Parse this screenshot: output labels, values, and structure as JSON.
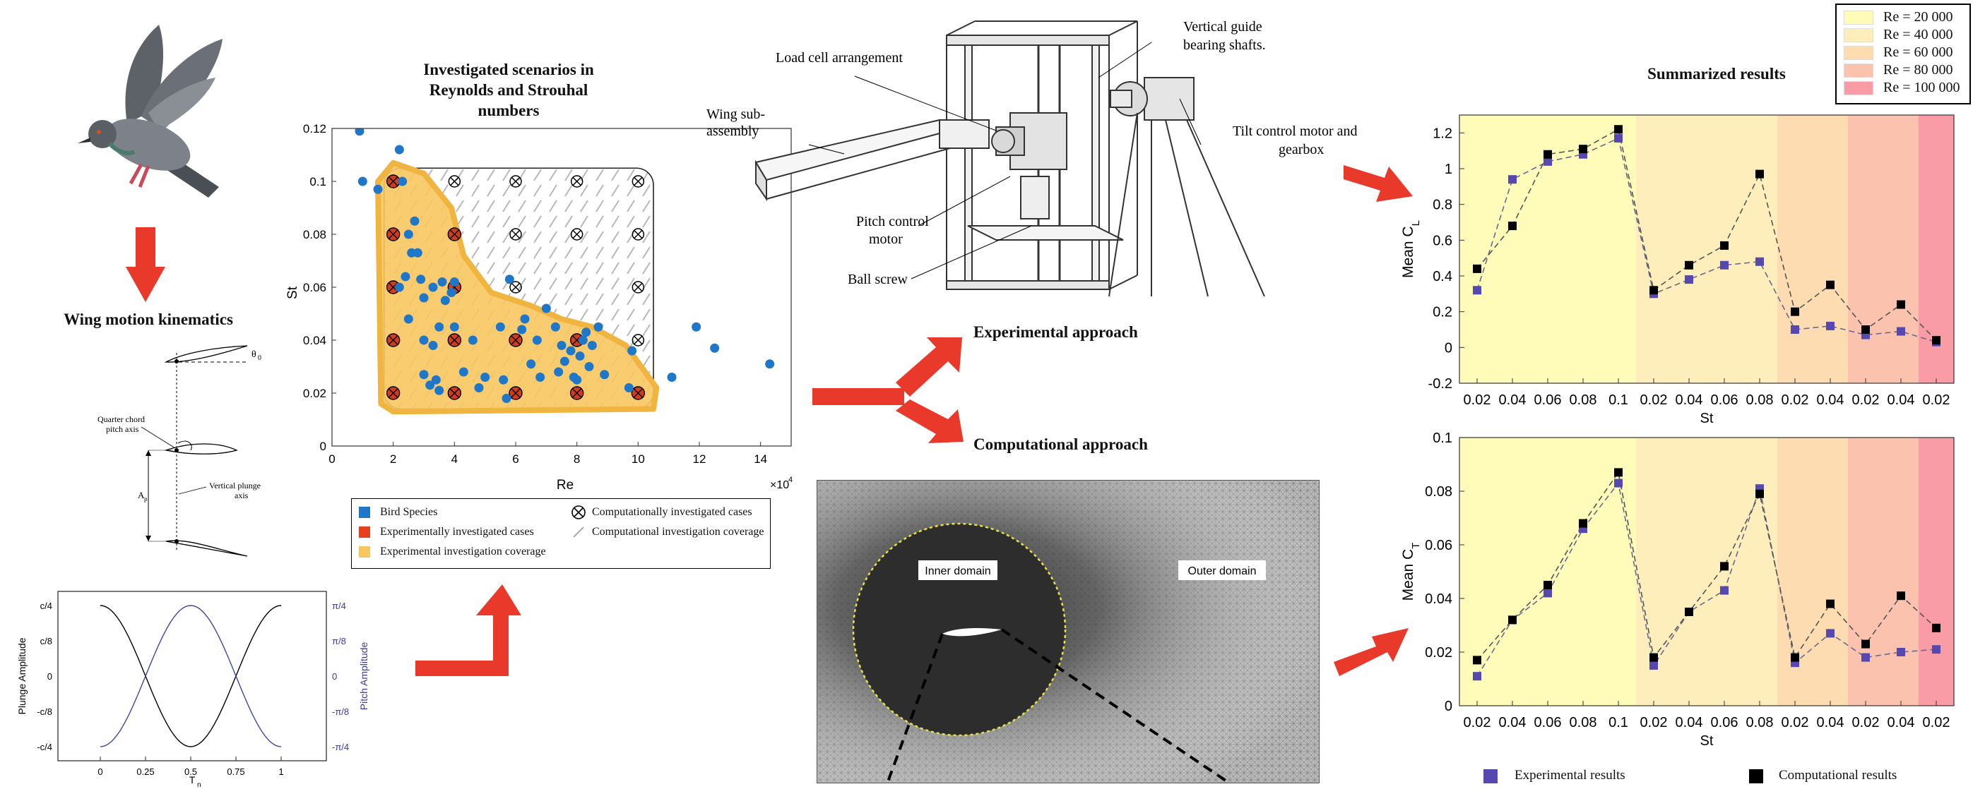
{
  "colors": {
    "arrow_red": "#e8392b",
    "bird_blue": "#1f77c9",
    "exp_red": "#d23c1d",
    "coverage_yellow": "#f8c660",
    "exp_purple": "#5548b0",
    "comp_black": "#000000",
    "re_20000": "#fefcb8",
    "re_40000": "#fdeebb",
    "re_60000": "#fcdcb0",
    "re_80000": "#fbc3ad",
    "re_100000": "#fa9ca6"
  },
  "kinematics": {
    "title": "Wing motion kinematics",
    "labels": {
      "qc": "Quarter chord",
      "pitch_axis": "pitch axis",
      "vertical": "Vertical plunge",
      "axis": "axis",
      "ap": "A",
      "ap_sub": "p",
      "theta": "θ",
      "theta_sub": "0"
    },
    "plot": {
      "ylabel_left": "Plunge Amplitude",
      "ylabel_right": "Pitch Amplitude",
      "xlabel": "T",
      "xlabel_sub": "n",
      "x_ticks": [
        "0",
        "0.25",
        "0.5",
        "0.75",
        "1"
      ],
      "y_left_ticks": [
        "c/4",
        "c/8",
        "0",
        "-c/8",
        "-c/4"
      ],
      "y_right_ticks": [
        "π/4",
        "π/8",
        "0",
        "-π/8",
        "-π/4"
      ]
    }
  },
  "scenarios": {
    "title_lines": [
      "Investigated scenarios in",
      "Reynolds and Strouhal",
      "numbers"
    ],
    "ylabel": "St",
    "xlabel": "Re",
    "x_multiplier": "×10",
    "x_multiplier_exp": "4",
    "x_ticks": [
      "0",
      "2",
      "4",
      "6",
      "8",
      "10",
      "12",
      "14"
    ],
    "y_ticks": [
      "0",
      "0.02",
      "0.04",
      "0.06",
      "0.08",
      "0.1",
      "0.12"
    ],
    "legend": {
      "bird": "Bird Species",
      "exp_cases": "Experimentally investigated cases",
      "exp_cov": "Experimental investigation coverage",
      "comp_cases": "Computationally investigated cases",
      "comp_cov": "Computational investigation coverage"
    }
  },
  "rig": {
    "labels": {
      "load_cell": "Load cell arrangement",
      "wing_sub_1": "Wing sub-",
      "wing_sub_2": "assembly",
      "vertical_1": "Vertical guide",
      "vertical_2": "bearing shafts.",
      "tilt_1": "Tilt control motor and",
      "tilt_2": "gearbox",
      "pitch_1": "Pitch control",
      "pitch_2": "motor",
      "ball": "Ball screw"
    }
  },
  "approaches": {
    "experimental": "Experimental approach",
    "computational": "Computational approach"
  },
  "mesh": {
    "inner": "Inner domain",
    "outer": "Outer domain"
  },
  "results": {
    "title": "Summarized results",
    "re_legend": [
      "Re = 20 000",
      "Re = 40 000",
      "Re = 60 000",
      "Re = 80 000",
      "Re = 100 000"
    ],
    "legend": {
      "exp": "Experimental results",
      "comp": "Computational results"
    }
  },
  "chart_data": [
    {
      "type": "scatter",
      "title": "Investigated scenarios in Reynolds and Strouhal numbers",
      "xlabel": "Re",
      "ylabel": "St",
      "x_multiplier": "×10^4",
      "xlim": [
        0,
        15
      ],
      "ylim": [
        0,
        0.12
      ],
      "series": [
        {
          "name": "Bird Species",
          "points": [
            [
              0.9,
              0.119
            ],
            [
              1.0,
              0.1
            ],
            [
              1.5,
              0.097
            ],
            [
              2.2,
              0.112
            ],
            [
              2.3,
              0.1
            ],
            [
              2.5,
              0.08
            ],
            [
              2.7,
              0.085
            ],
            [
              2.6,
              0.073
            ],
            [
              2.8,
              0.073
            ],
            [
              2.4,
              0.064
            ],
            [
              2.2,
              0.06
            ],
            [
              2.9,
              0.063
            ],
            [
              3.3,
              0.06
            ],
            [
              3.0,
              0.056
            ],
            [
              3.6,
              0.062
            ],
            [
              3.7,
              0.055
            ],
            [
              4.0,
              0.062
            ],
            [
              3.9,
              0.058
            ],
            [
              2.5,
              0.048
            ],
            [
              3.0,
              0.04
            ],
            [
              3.5,
              0.045
            ],
            [
              4.0,
              0.045
            ],
            [
              3.3,
              0.038
            ],
            [
              3.0,
              0.027
            ],
            [
              3.4,
              0.025
            ],
            [
              3.2,
              0.023
            ],
            [
              3.5,
              0.021
            ],
            [
              4.8,
              0.022
            ],
            [
              4.3,
              0.028
            ],
            [
              5.6,
              0.025
            ],
            [
              5.7,
              0.018
            ],
            [
              5.8,
              0.063
            ],
            [
              6.3,
              0.048
            ],
            [
              6.2,
              0.044
            ],
            [
              6.7,
              0.04
            ],
            [
              6.5,
              0.031
            ],
            [
              6.8,
              0.026
            ],
            [
              7.0,
              0.052
            ],
            [
              7.3,
              0.045
            ],
            [
              7.5,
              0.038
            ],
            [
              7.6,
              0.032
            ],
            [
              7.4,
              0.028
            ],
            [
              7.8,
              0.036
            ],
            [
              8.2,
              0.04
            ],
            [
              8.1,
              0.034
            ],
            [
              8.5,
              0.038
            ],
            [
              8.7,
              0.045
            ],
            [
              8.4,
              0.03
            ],
            [
              8.0,
              0.025
            ],
            [
              8.9,
              0.027
            ],
            [
              9.7,
              0.022
            ],
            [
              9.8,
              0.036
            ],
            [
              11.1,
              0.026
            ],
            [
              11.9,
              0.045
            ],
            [
              12.5,
              0.037
            ],
            [
              14.3,
              0.031
            ],
            [
              5.5,
              0.045
            ],
            [
              4.6,
              0.04
            ],
            [
              5.0,
              0.026
            ],
            [
              7.9,
              0.026
            ],
            [
              8.3,
              0.043
            ]
          ]
        },
        {
          "name": "Experimentally investigated cases",
          "points": [
            [
              2,
              0.02
            ],
            [
              2,
              0.04
            ],
            [
              2,
              0.06
            ],
            [
              2,
              0.08
            ],
            [
              2,
              0.1
            ],
            [
              4,
              0.02
            ],
            [
              4,
              0.04
            ],
            [
              4,
              0.06
            ],
            [
              4,
              0.08
            ],
            [
              6,
              0.02
            ],
            [
              6,
              0.04
            ],
            [
              8,
              0.02
            ],
            [
              8,
              0.04
            ],
            [
              10,
              0.02
            ]
          ]
        },
        {
          "name": "Computationally investigated cases",
          "points": [
            [
              4,
              0.1
            ],
            [
              6,
              0.06
            ],
            [
              6,
              0.08
            ],
            [
              6,
              0.1
            ],
            [
              8,
              0.08
            ],
            [
              8,
              0.1
            ],
            [
              10,
              0.04
            ],
            [
              10,
              0.06
            ],
            [
              10,
              0.08
            ],
            [
              10,
              0.1
            ]
          ]
        }
      ]
    },
    {
      "type": "line",
      "ylabel": "Mean C_L",
      "xlabel": "St",
      "ylim": [
        -0.2,
        1.3
      ],
      "categories": [
        "0.02",
        "0.04",
        "0.06",
        "0.08",
        "0.1",
        "0.02",
        "0.04",
        "0.06",
        "0.08",
        "0.02",
        "0.04",
        "0.02",
        "0.04",
        "0.02"
      ],
      "re_groups": [
        "Re = 20 000",
        "Re = 40 000",
        "Re = 60 000",
        "Re = 80 000",
        "Re = 100 000"
      ],
      "group_sizes": [
        5,
        4,
        2,
        2,
        1
      ],
      "series": [
        {
          "name": "Experimental results",
          "values": [
            0.32,
            0.94,
            1.04,
            1.08,
            1.17,
            0.3,
            0.38,
            0.46,
            0.48,
            0.1,
            0.12,
            0.07,
            0.09,
            0.03
          ]
        },
        {
          "name": "Computational results",
          "values": [
            0.44,
            0.68,
            1.08,
            1.11,
            1.22,
            0.32,
            0.46,
            0.57,
            0.97,
            0.2,
            0.35,
            0.1,
            0.24,
            0.04
          ]
        }
      ]
    },
    {
      "type": "line",
      "ylabel": "Mean C_T",
      "xlabel": "St",
      "ylim": [
        0,
        0.1
      ],
      "categories": [
        "0.02",
        "0.04",
        "0.06",
        "0.08",
        "0.1",
        "0.02",
        "0.04",
        "0.06",
        "0.08",
        "0.02",
        "0.04",
        "0.02",
        "0.04",
        "0.02"
      ],
      "re_groups": [
        "Re = 20 000",
        "Re = 40 000",
        "Re = 60 000",
        "Re = 80 000",
        "Re = 100 000"
      ],
      "group_sizes": [
        5,
        4,
        2,
        2,
        1
      ],
      "series": [
        {
          "name": "Experimental results",
          "values": [
            0.011,
            0.032,
            0.042,
            0.066,
            0.083,
            0.015,
            0.035,
            0.043,
            0.081,
            0.016,
            0.027,
            0.018,
            0.02,
            0.021
          ]
        },
        {
          "name": "Computational results",
          "values": [
            0.017,
            0.032,
            0.045,
            0.068,
            0.087,
            0.018,
            0.035,
            0.052,
            0.079,
            0.018,
            0.038,
            0.023,
            0.041,
            0.029
          ]
        }
      ]
    }
  ]
}
